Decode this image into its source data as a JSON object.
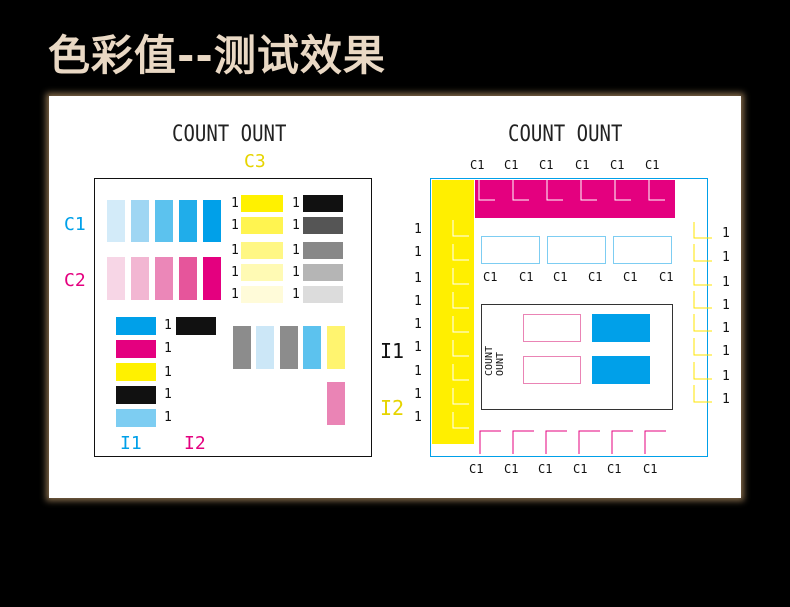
{
  "title": "色彩值--测试效果",
  "left_panel": {
    "heading": "COUNT OUNT",
    "c3_label": "C3",
    "c1_label": "C1",
    "c2_label": "C2",
    "i1_label": "I1",
    "i2_label": "I2",
    "row_value": "1"
  },
  "middle_labels": {
    "i1": "I1",
    "i2": "I2"
  },
  "right_panel": {
    "heading": "COUNT OUNT",
    "c1_value": "C1",
    "row_value": "1",
    "rotated_label": "COUNT OUNT"
  },
  "colors": {
    "cyan": "#00a0e9",
    "magenta": "#e4007f",
    "yellow": "#fff100",
    "black": "#111111",
    "background": "#000000",
    "card": "#ffffff",
    "title": "#e9d8c4"
  }
}
